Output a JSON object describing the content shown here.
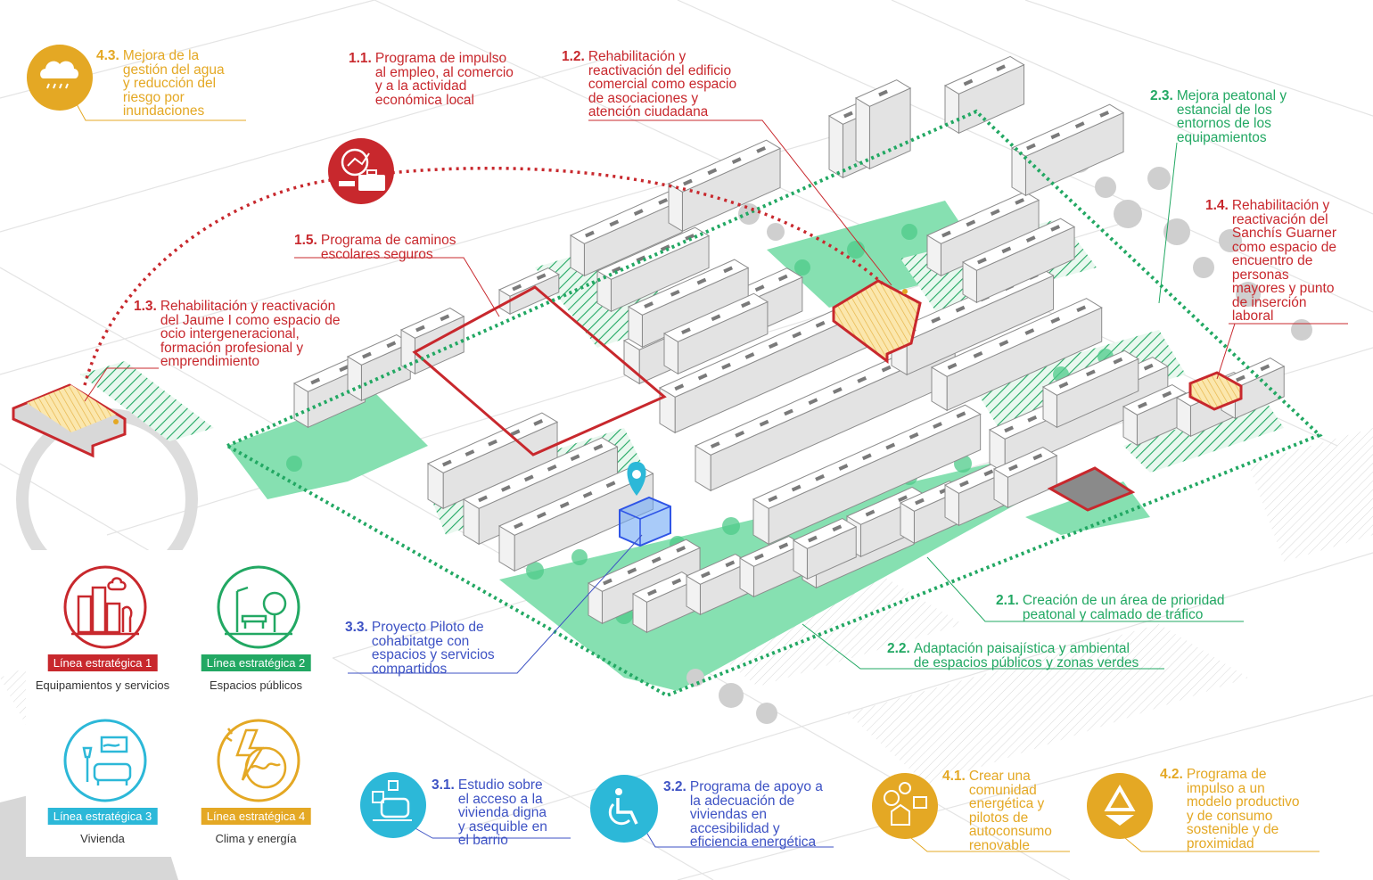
{
  "colors": {
    "red": "#c8282d",
    "green": "#22a863",
    "blue": "#3d52c4",
    "cyan": "#2cb8d8",
    "yellow": "#e4a824",
    "green_fill": "#7fdcab"
  },
  "actions": [
    {
      "num": "1.1.",
      "text": "Programa de impulso\nal empleo, al comercio\ny a la actividad\neconómica local",
      "line": 1,
      "icon": "briefcase-growth-icon"
    },
    {
      "num": "1.2.",
      "text": "Rehabilitación y\nreactivación  del edificio\ncomercial como espacio\nde asociaciones y\natención ciudadana",
      "line": 1
    },
    {
      "num": "1.3.",
      "text": "Rehabilitación y reactivación\ndel Jaume I como espacio de\nocio intergeneracional,\nformación profesional y\nemprendimiento",
      "line": 1
    },
    {
      "num": "1.4.",
      "text": "Rehabilitación y\nreactivación  del\nSanchís Guarner\ncomo espacio de\nencuentro de\npersonas\nmayores y punto\nde inserción\nlaboral",
      "line": 1
    },
    {
      "num": "1.5.",
      "text": "Programa de caminos\nescolares seguros",
      "line": 1
    },
    {
      "num": "2.1.",
      "text": "Creación de un área de prioridad\npeatonal y calmado de tráfico",
      "line": 2
    },
    {
      "num": "2.2.",
      "text": "Adaptación paisajística y ambiental\nde espacios públicos y zonas verdes",
      "line": 2
    },
    {
      "num": "2.3.",
      "text": "Mejora peatonal y\nestancial de los\nentornos de los\nequipamientos",
      "line": 2
    },
    {
      "num": "3.1.",
      "text": "Estudio sobre\nel acceso a la\nvivienda digna\ny asequible en\nel barrio",
      "line": 3,
      "icon": "housing-access-icon"
    },
    {
      "num": "3.2.",
      "text": "Programa de apoyo a\nla adecuación de\nviviendas en\naccesibilidad y\neficiencia energética",
      "line": 3,
      "icon": "wheelchair-icon"
    },
    {
      "num": "3.3.",
      "text": "Proyecto Piloto de\ncohabitatge con\nespacios y servicios\ncompartidos",
      "line": 3
    },
    {
      "num": "4.1.",
      "text": "Crear una\ncomunidad\nenergética y\npilotos de\nautoconsumo\nrenovable",
      "line": 4,
      "icon": "solar-energy-icon"
    },
    {
      "num": "4.2.",
      "text": "Programa de\nimpulso a un\nmodelo productivo\ny de consumo\nsostenible y de\nproximidad",
      "line": 4,
      "icon": "recycle-icon"
    },
    {
      "num": "4.3.",
      "text": "Mejora de la\ngestión del agua\ny reducción del\nriesgo por\ninundaciones",
      "line": 4,
      "icon": "rain-cloud-icon"
    }
  ],
  "legend": [
    {
      "badge": "Línea estratégica 1",
      "name": "Equipamientos y servicios",
      "color": "#c8282d",
      "icon": "city-buildings-icon"
    },
    {
      "badge": "Línea estratégica 2",
      "name": "Espacios públicos",
      "color": "#22a863",
      "icon": "park-bench-icon"
    },
    {
      "badge": "Línea estratégica 3",
      "name": "Vivienda",
      "color": "#2cb8d8",
      "icon": "sofa-icon"
    },
    {
      "badge": "Línea estratégica 4",
      "name": "Clima y energía",
      "color": "#e4a824",
      "icon": "climate-energy-icon"
    }
  ]
}
